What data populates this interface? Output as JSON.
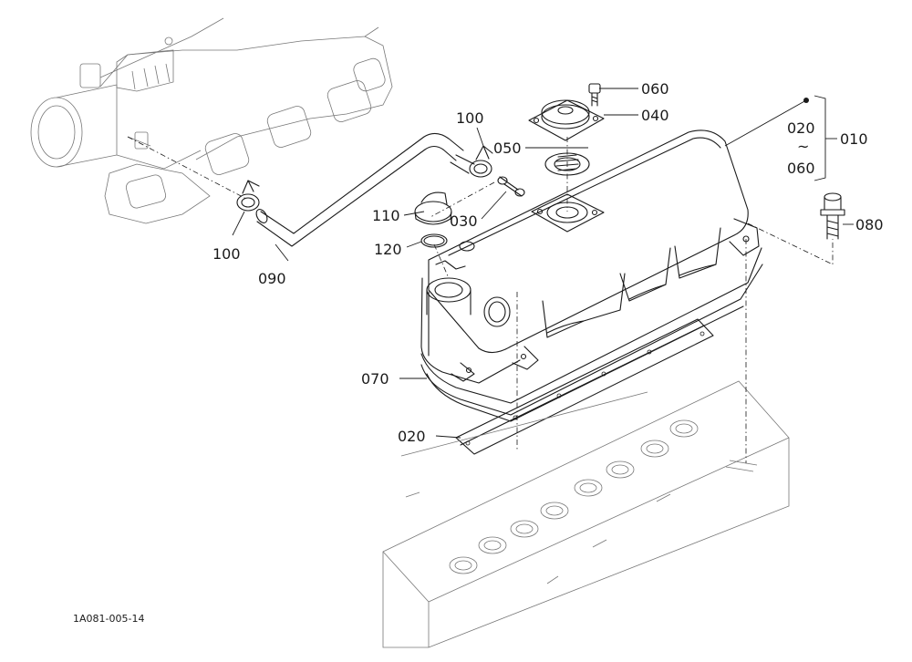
{
  "drawing_code": "1A081-005-14",
  "callouts": {
    "p010": "010",
    "p020_top": "020",
    "p_range_sep": "~",
    "p060_range": "060",
    "p060": "060",
    "p040": "040",
    "p050": "050",
    "p100_top": "100",
    "p100_left": "100",
    "p110": "110",
    "p030": "030",
    "p120": "120",
    "p090": "090",
    "p080": "080",
    "p070": "070",
    "p020": "020"
  }
}
